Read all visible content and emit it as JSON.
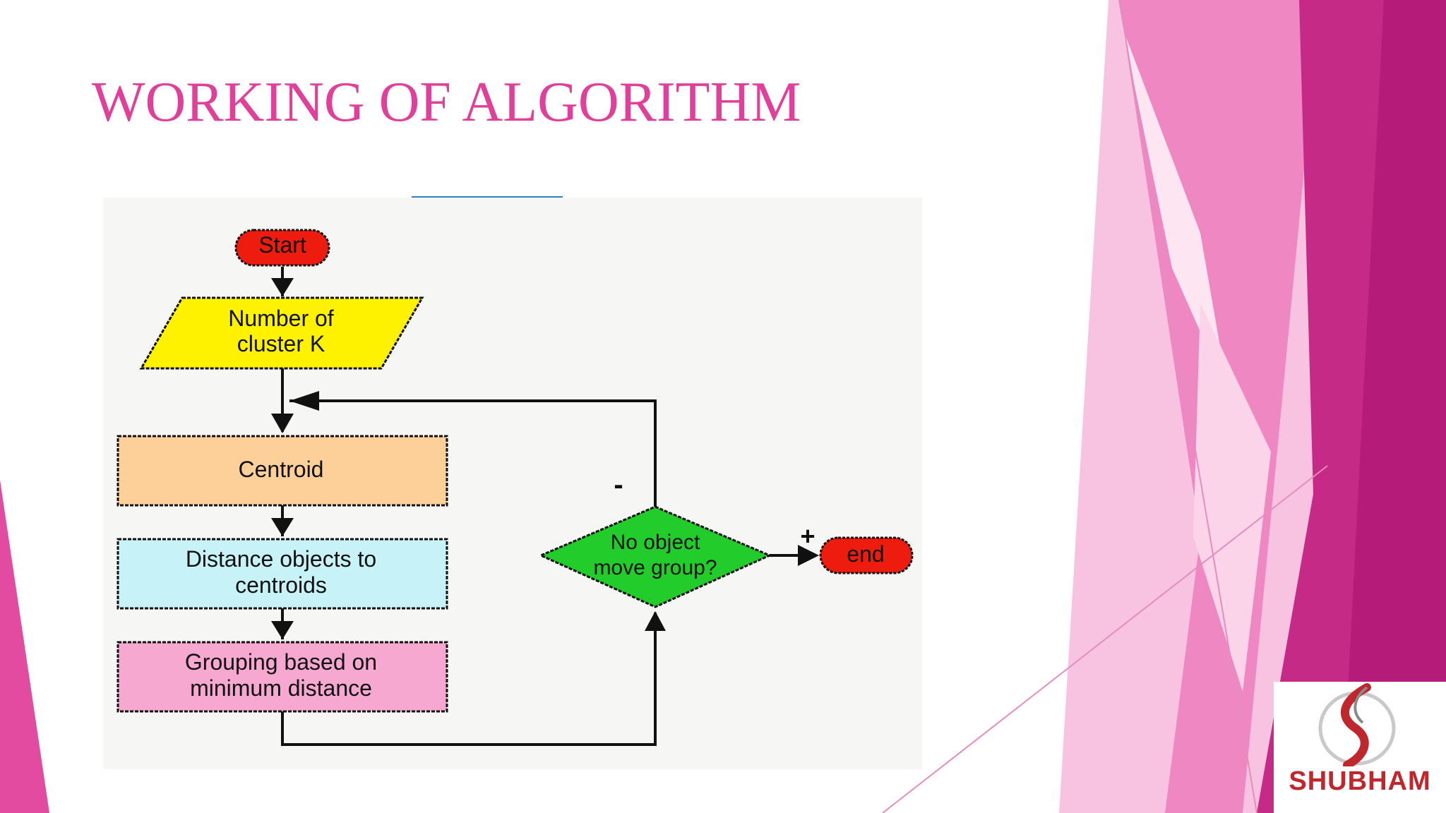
{
  "slide": {
    "title": "WORKING OF ALGORITHM",
    "accent_color": "#e0409a"
  },
  "flowchart": {
    "start": "Start",
    "input": [
      "Number of",
      "cluster K"
    ],
    "centroid": "Centroid",
    "distance": [
      "Distance objects to",
      "centroids"
    ],
    "grouping": [
      "Grouping based on",
      "minimum distance"
    ],
    "decision": [
      "No object",
      "move group?"
    ],
    "end": "end",
    "label_no": "-",
    "label_yes": "+"
  },
  "logo": {
    "text": "SHUBHAM"
  }
}
